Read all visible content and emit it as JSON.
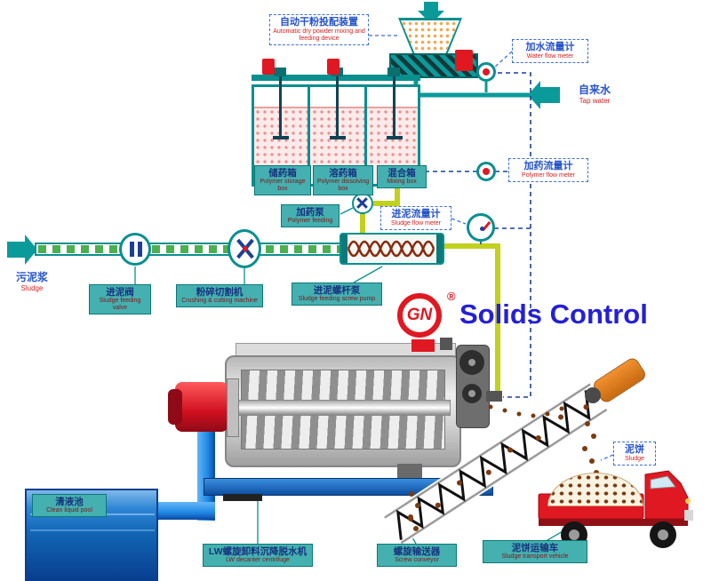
{
  "brand": {
    "gn": "GN",
    "reg": "®",
    "name": "Solids Control"
  },
  "labels": {
    "dry_powder": {
      "zh": "自动干粉投配装置",
      "en": "Automatic dry powder mixing and feeding device"
    },
    "water_meter": {
      "zh": "加水流量计",
      "en": "Water flow meter"
    },
    "tap_water": {
      "zh": "自来水",
      "en": "Tap water"
    },
    "polymer_meter": {
      "zh": "加药流量计",
      "en": "Polymer flow meter"
    },
    "storage_box": {
      "zh": "储药箱",
      "en": "Polymer storage box"
    },
    "dissolving_box": {
      "zh": "溶药箱",
      "en": "Polymer dissolving box"
    },
    "mixing_box": {
      "zh": "混合箱",
      "en": "Mixing box"
    },
    "polymer_pump": {
      "zh": "加药泵",
      "en": "Polymer feeding"
    },
    "sludge_meter": {
      "zh": "进泥流量计",
      "en": "Sludge flow meter"
    },
    "sludge_in": {
      "zh": "污泥浆",
      "en": "Sludge"
    },
    "feeding_valve": {
      "zh": "进泥阀",
      "en": "Sludge feeding valve"
    },
    "crusher": {
      "zh": "粉碎切割机",
      "en": "Crushing & cutting machine"
    },
    "screw_pump": {
      "zh": "进泥螺杆泵",
      "en": "Sludge feeding screw pump"
    },
    "clean_pool": {
      "zh": "清液池",
      "en": "Clean liquid pool"
    },
    "decanter": {
      "zh": "LW螺旋卸料沉降脱水机",
      "en": "LW decanter centrifuge"
    },
    "conveyor": {
      "zh": "螺旋输送器",
      "en": "Screw conveyor"
    },
    "cake": {
      "zh": "泥饼",
      "en": "Sludge"
    },
    "truck": {
      "zh": "泥饼运输车",
      "en": "Sludge transport vehicle"
    }
  },
  "colors": {
    "teal": "#0a9a9a",
    "red": "#e01822",
    "lime": "#c1d11d",
    "blue_text": "#2553c9",
    "red_text": "#d42020",
    "navy": "#1c3f96",
    "brown": "#7a3b10",
    "pool_blue": "#1265b5"
  }
}
